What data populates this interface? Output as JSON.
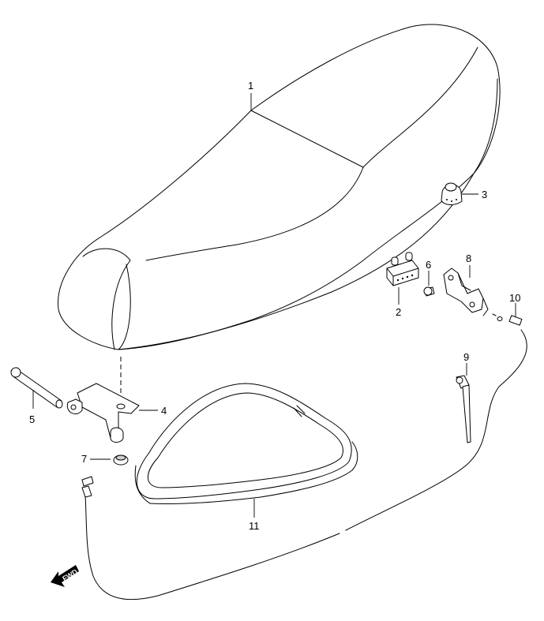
{
  "callouts": {
    "p1": "1",
    "p2": "2",
    "p3": "3",
    "p4": "4",
    "p5": "5",
    "p6": "6",
    "p7": "7",
    "p8": "8",
    "p9": "9",
    "p10": "10",
    "p11": "11"
  },
  "fwd_label": "FWD",
  "colors": {
    "stroke": "#000000",
    "background": "#ffffff",
    "shade": "#cfcfcf"
  }
}
